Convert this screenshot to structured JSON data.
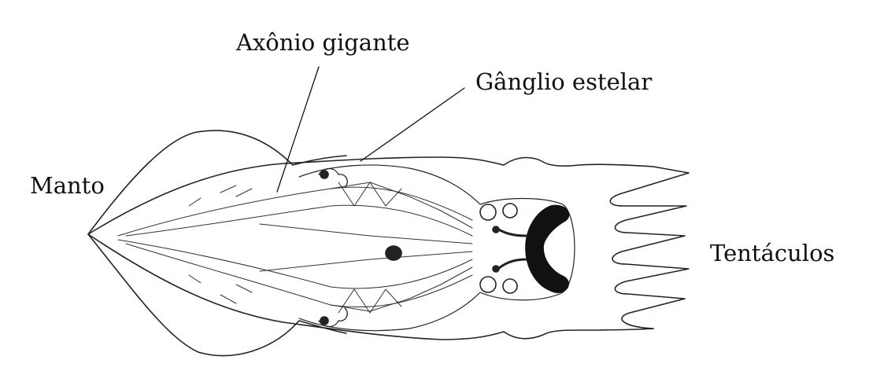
{
  "diagram": {
    "labels": {
      "giant_axon": "Axônio gigante",
      "stellate_ganglion": "Gânglio estelar",
      "mantle": "Manto",
      "tentacles": "Tentáculos"
    },
    "colors": {
      "ink": "#111111",
      "background": "#ffffff"
    }
  }
}
